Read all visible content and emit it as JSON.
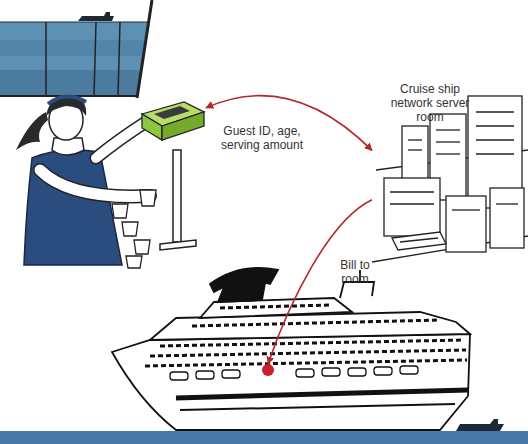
{
  "diagram": {
    "nodes": [
      {
        "text": []
      },
      {
        "text": [
          "Cruise ship network server room"
        ]
      },
      {
        "text": []
      }
    ],
    "edges": [
      {
        "from": 0,
        "to": 1,
        "arrow": "both",
        "label": "Guest ID, age, serving amount"
      },
      {
        "from": 1,
        "to": 2,
        "arrow": "to",
        "label": "Bill to room"
      }
    ]
  }
}
